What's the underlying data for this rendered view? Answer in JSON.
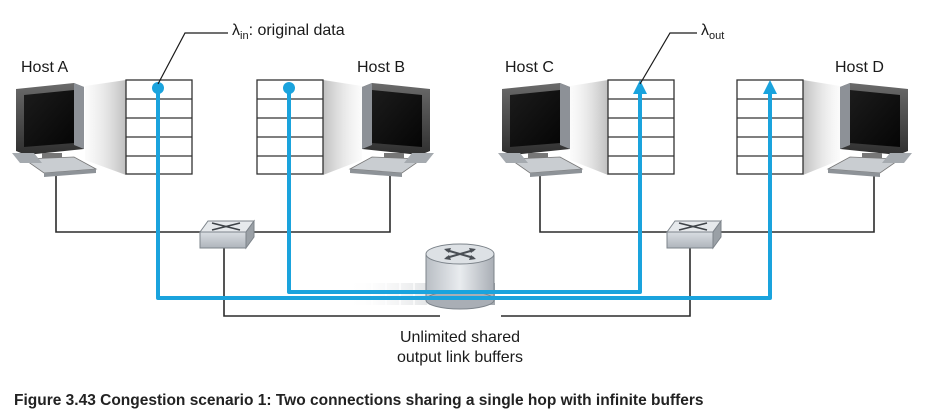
{
  "hosts": [
    {
      "id": "a",
      "label": "Host A"
    },
    {
      "id": "b",
      "label": "Host B"
    },
    {
      "id": "c",
      "label": "Host C"
    },
    {
      "id": "d",
      "label": "Host D"
    }
  ],
  "labels": {
    "lambda_in_symbol": "λ",
    "lambda_in_sub": "in",
    "lambda_in_text": ": original data",
    "lambda_out_symbol": "λ",
    "lambda_out_sub": "out",
    "buffer_line1": "Unlimited shared",
    "buffer_line2": "output link buffers"
  },
  "caption": "Figure 3.43 Congestion scenario 1: Two connections sharing a single hop with infinite buffers",
  "colors": {
    "flow": "#1aa3dd",
    "wire": "#2b2b2b",
    "buffer_stroke": "#333333"
  }
}
